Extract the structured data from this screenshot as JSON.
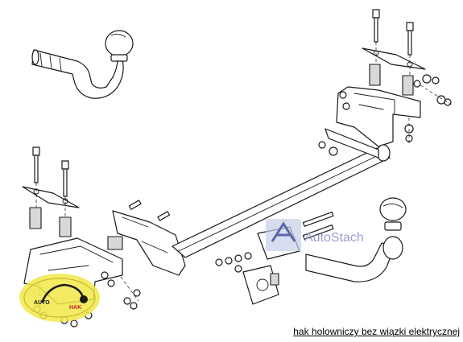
{
  "caption": "hak holowniczy bez wiązki elektrycznej",
  "watermark": {
    "text": "AutoStach",
    "color": "#8c96c8"
  },
  "stamp": {
    "text": "AUTO-HAK",
    "color": "#f2e84a"
  }
}
